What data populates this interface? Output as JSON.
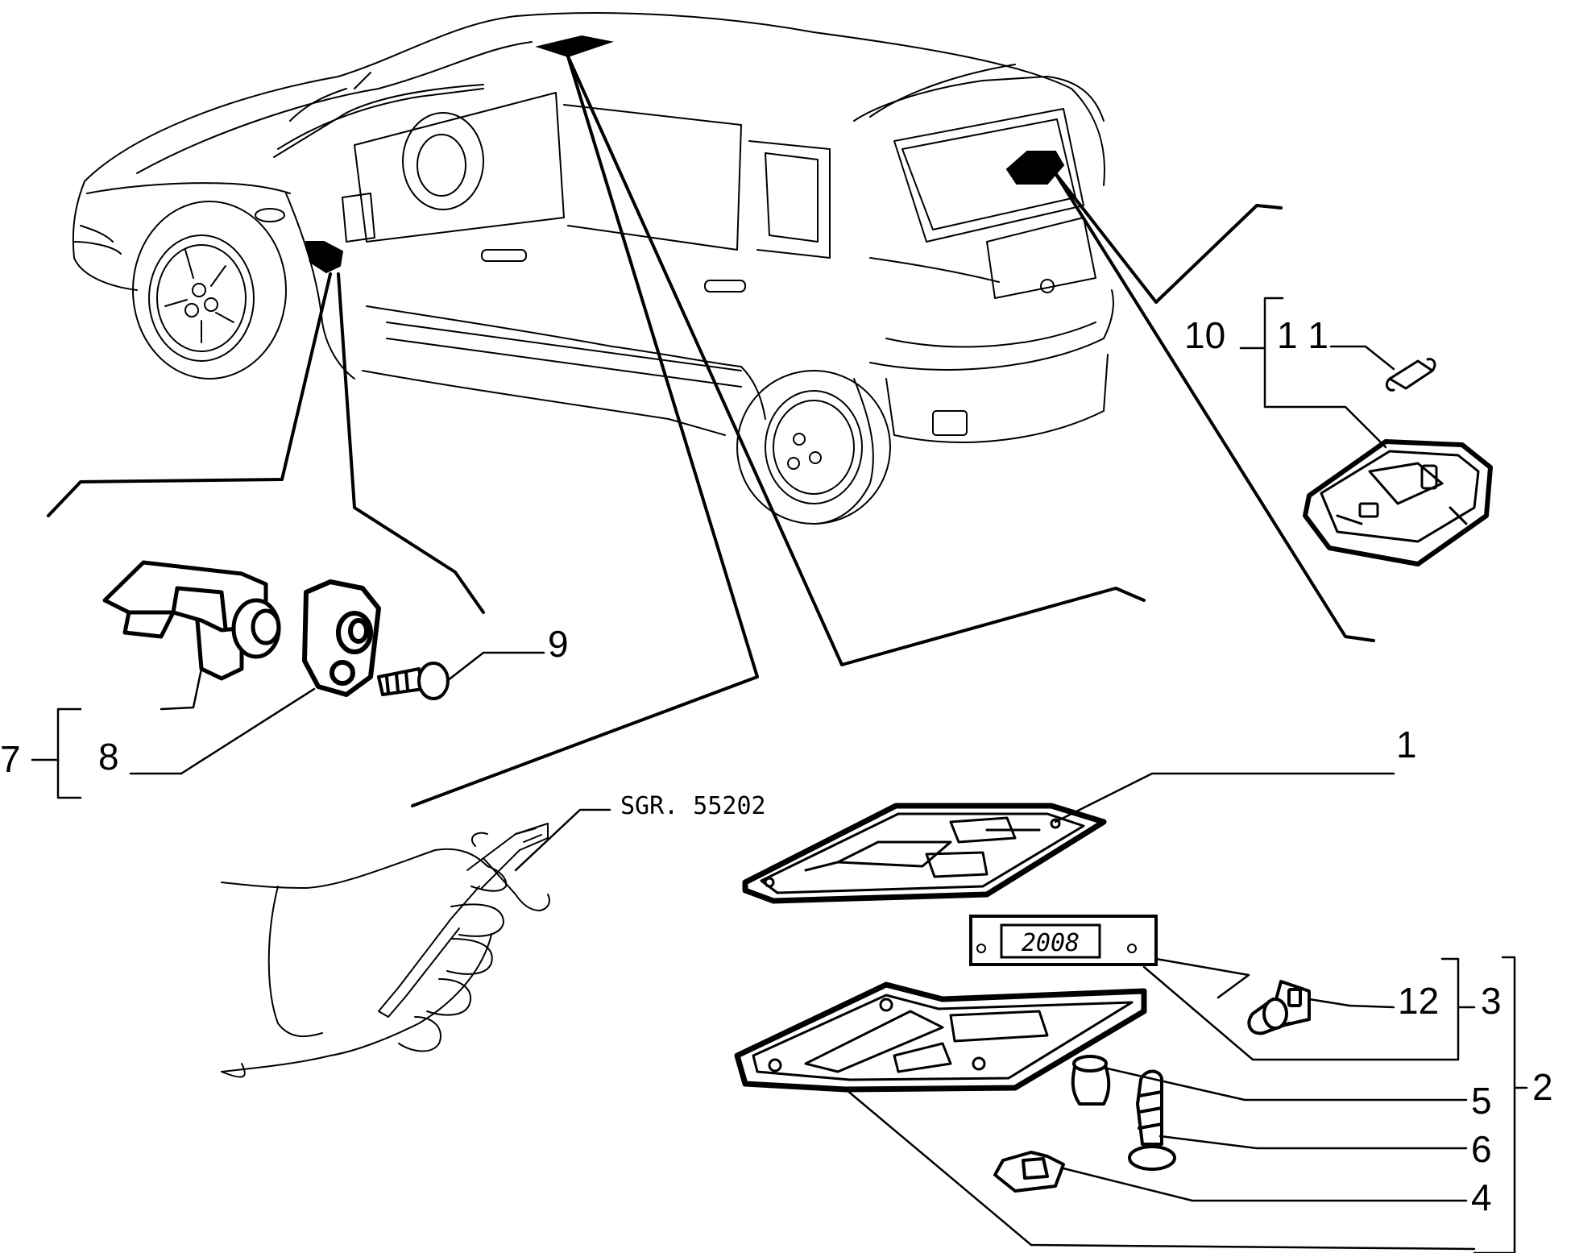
{
  "diagram": {
    "part_numbers": {
      "p1": "1",
      "p2": "2",
      "p3": "3",
      "p4": "4",
      "p5": "5",
      "p6": "6",
      "p7": "7",
      "p8": "8",
      "p9": "9",
      "p10": "10",
      "p11": "1 1",
      "p12": "12"
    },
    "tool_reference": "SGR. 55202",
    "display_reading": "2008"
  }
}
